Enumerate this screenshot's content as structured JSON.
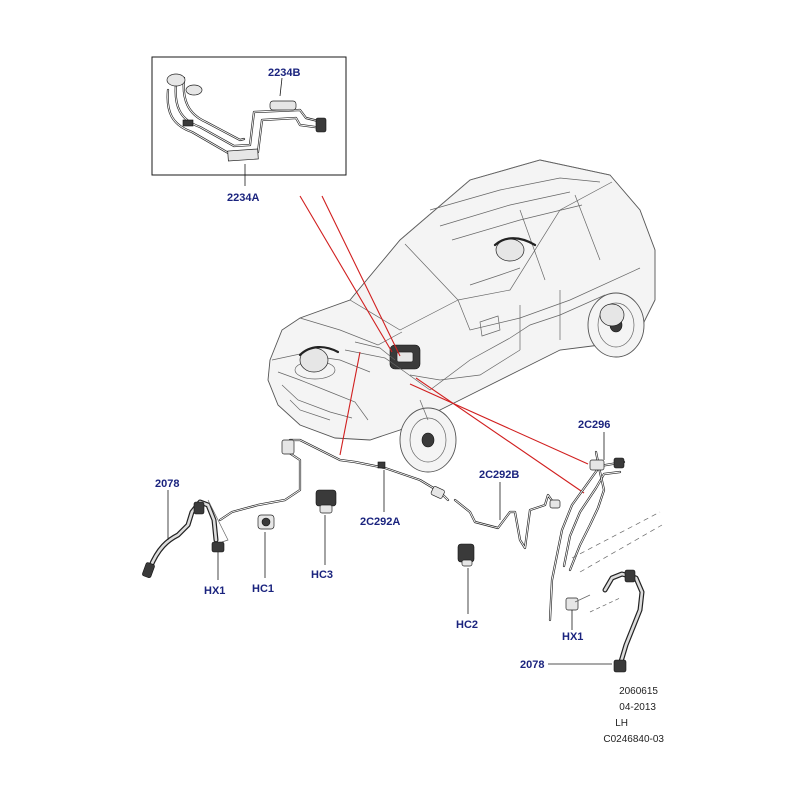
{
  "diagram": {
    "callouts": {
      "c2234B": "2234B",
      "c2234A": "2234A",
      "c2078_left": "2078",
      "c2078_right": "2078",
      "c2C296": "2C296",
      "c2C292B": "2C292B",
      "c2C292A": "2C292A",
      "cHX1_left": "HX1",
      "cHX1_right": "HX1",
      "cHC1": "HC1",
      "cHC3": "HC3",
      "cHC2": "HC2"
    },
    "meta": {
      "code": "2060615",
      "date": "04-2013",
      "side": "LH",
      "ref": "C0246840-03"
    },
    "colors": {
      "callout": "#1a237e",
      "highlight": "#d11f1f",
      "linework": "#1a1a1a"
    }
  }
}
